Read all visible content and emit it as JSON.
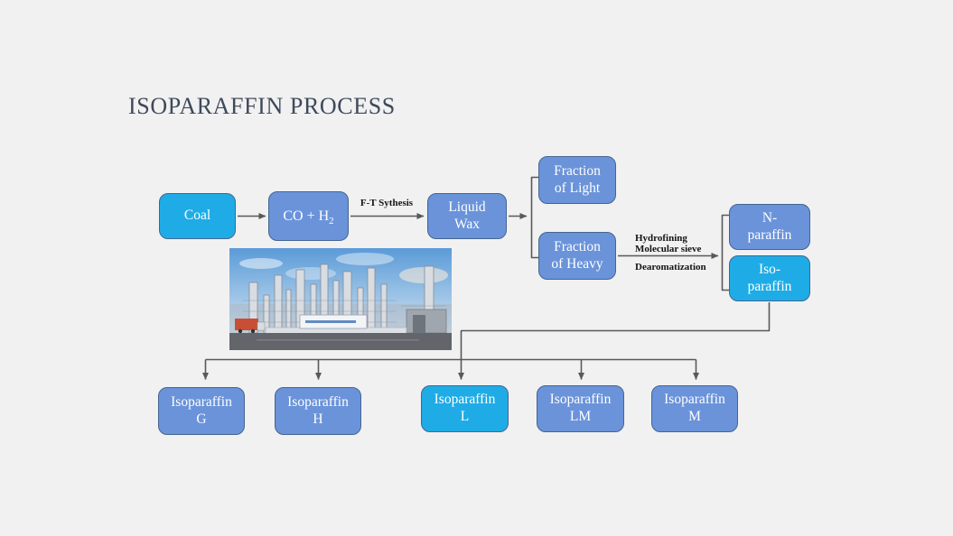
{
  "title": "ISOPARAFFIN PROCESS",
  "colors": {
    "background": "#f1f1f2",
    "cyan_fill": "#1face6",
    "blue_fill": "#6a93da",
    "box_border": "#456590",
    "box_text": "#ffffff",
    "line": "#595959",
    "title_text": "#3e4a5a",
    "label_text": "#141414"
  },
  "boxes": {
    "coal": {
      "label": "Coal",
      "color": "cyan"
    },
    "syngas": {
      "label_main": "CO + H",
      "label_sub": "2",
      "color": "blue"
    },
    "liquid_wax": {
      "label": "Liquid\nWax",
      "color": "blue"
    },
    "fraction_light": {
      "label": "Fraction\nof Light",
      "color": "blue"
    },
    "fraction_heavy": {
      "label": "Fraction\nof Heavy",
      "color": "blue"
    },
    "n_paraffin": {
      "label": "N-\nparaffin",
      "color": "blue"
    },
    "iso_paraffin": {
      "label": "Iso-\nparaffin",
      "color": "cyan"
    },
    "isoparaffin_g": {
      "label": "Isoparaffin\nG",
      "color": "blue"
    },
    "isoparaffin_h": {
      "label": "Isoparaffin\nH",
      "color": "blue"
    },
    "isoparaffin_l": {
      "label": "Isoparaffin\nL",
      "color": "cyan"
    },
    "isoparaffin_lm": {
      "label": "Isoparaffin\nLM",
      "color": "blue"
    },
    "isoparaffin_m": {
      "label": "Isoparaffin\nM",
      "color": "blue"
    }
  },
  "edge_labels": {
    "ft_synthesis": "F-T Sythesis",
    "hydrofining": "Hydrofining",
    "molecular_sieve": "Molecular sieve",
    "dearomatization": "Dearomatization"
  },
  "photo": {
    "alt": "Photograph of a coal-to-liquids chemical plant with distillation towers"
  }
}
